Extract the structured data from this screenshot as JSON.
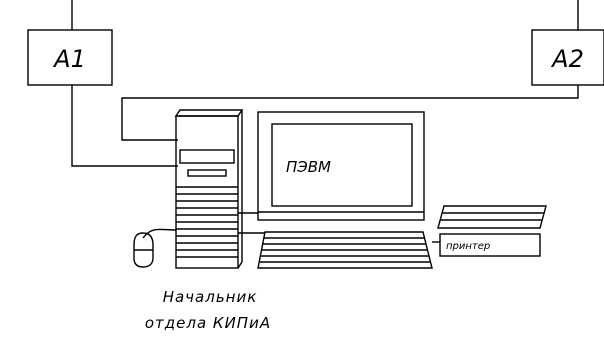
{
  "devices": {
    "a1": {
      "label": "A1"
    },
    "a2": {
      "label": "A2"
    },
    "pc": {
      "label": "ПЭВМ"
    },
    "printer": {
      "label": "принтер"
    }
  },
  "caption": {
    "line1": "Начальник",
    "line2": "отдела  КИПиА"
  }
}
